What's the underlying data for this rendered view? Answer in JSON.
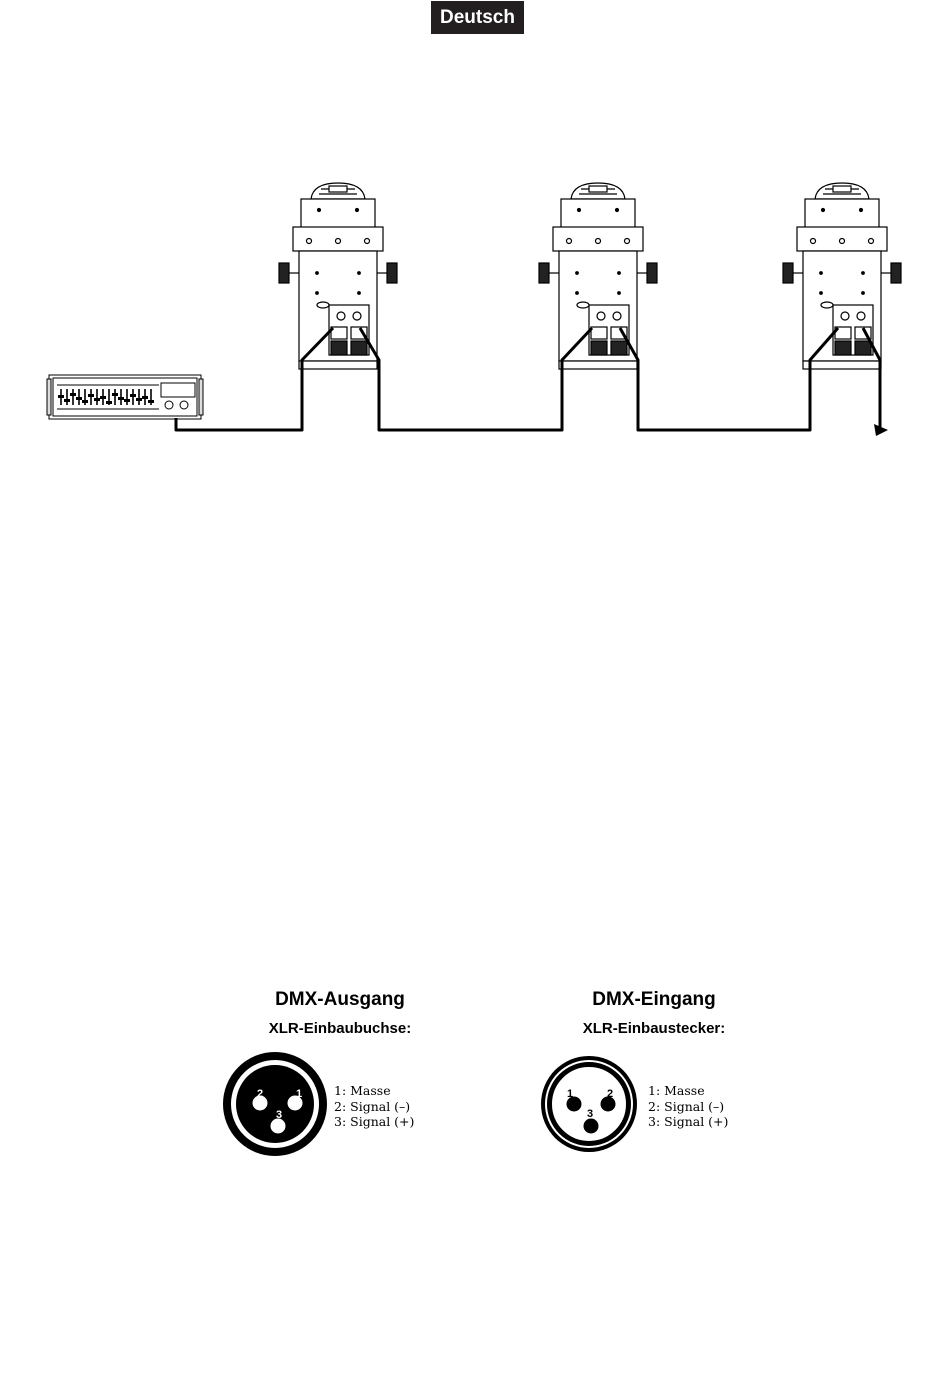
{
  "header": {
    "language": "Deutsch"
  },
  "diagram": {
    "controller": "dmx-controller-icon",
    "fixtures": [
      "moving-head-fixture-icon",
      "moving-head-fixture-icon",
      "moving-head-fixture-icon"
    ],
    "cable": "dmx-cable-chain"
  },
  "connectors": [
    {
      "title": "DMX-Ausgang",
      "subtitle": "XLR-Einbaubuchse:",
      "pins": [
        {
          "num": "1",
          "label": "1: Masse"
        },
        {
          "num": "2",
          "label": "2: Signal (–)"
        },
        {
          "num": "3",
          "label": "3: Signal (+)"
        }
      ]
    },
    {
      "title": "DMX-Eingang",
      "subtitle": "XLR-Einbaustecker:",
      "pins": [
        {
          "num": "1",
          "label": "1: Masse"
        },
        {
          "num": "2",
          "label": "2: Signal (–)"
        },
        {
          "num": "3",
          "label": "3: Signal (+)"
        }
      ]
    }
  ]
}
